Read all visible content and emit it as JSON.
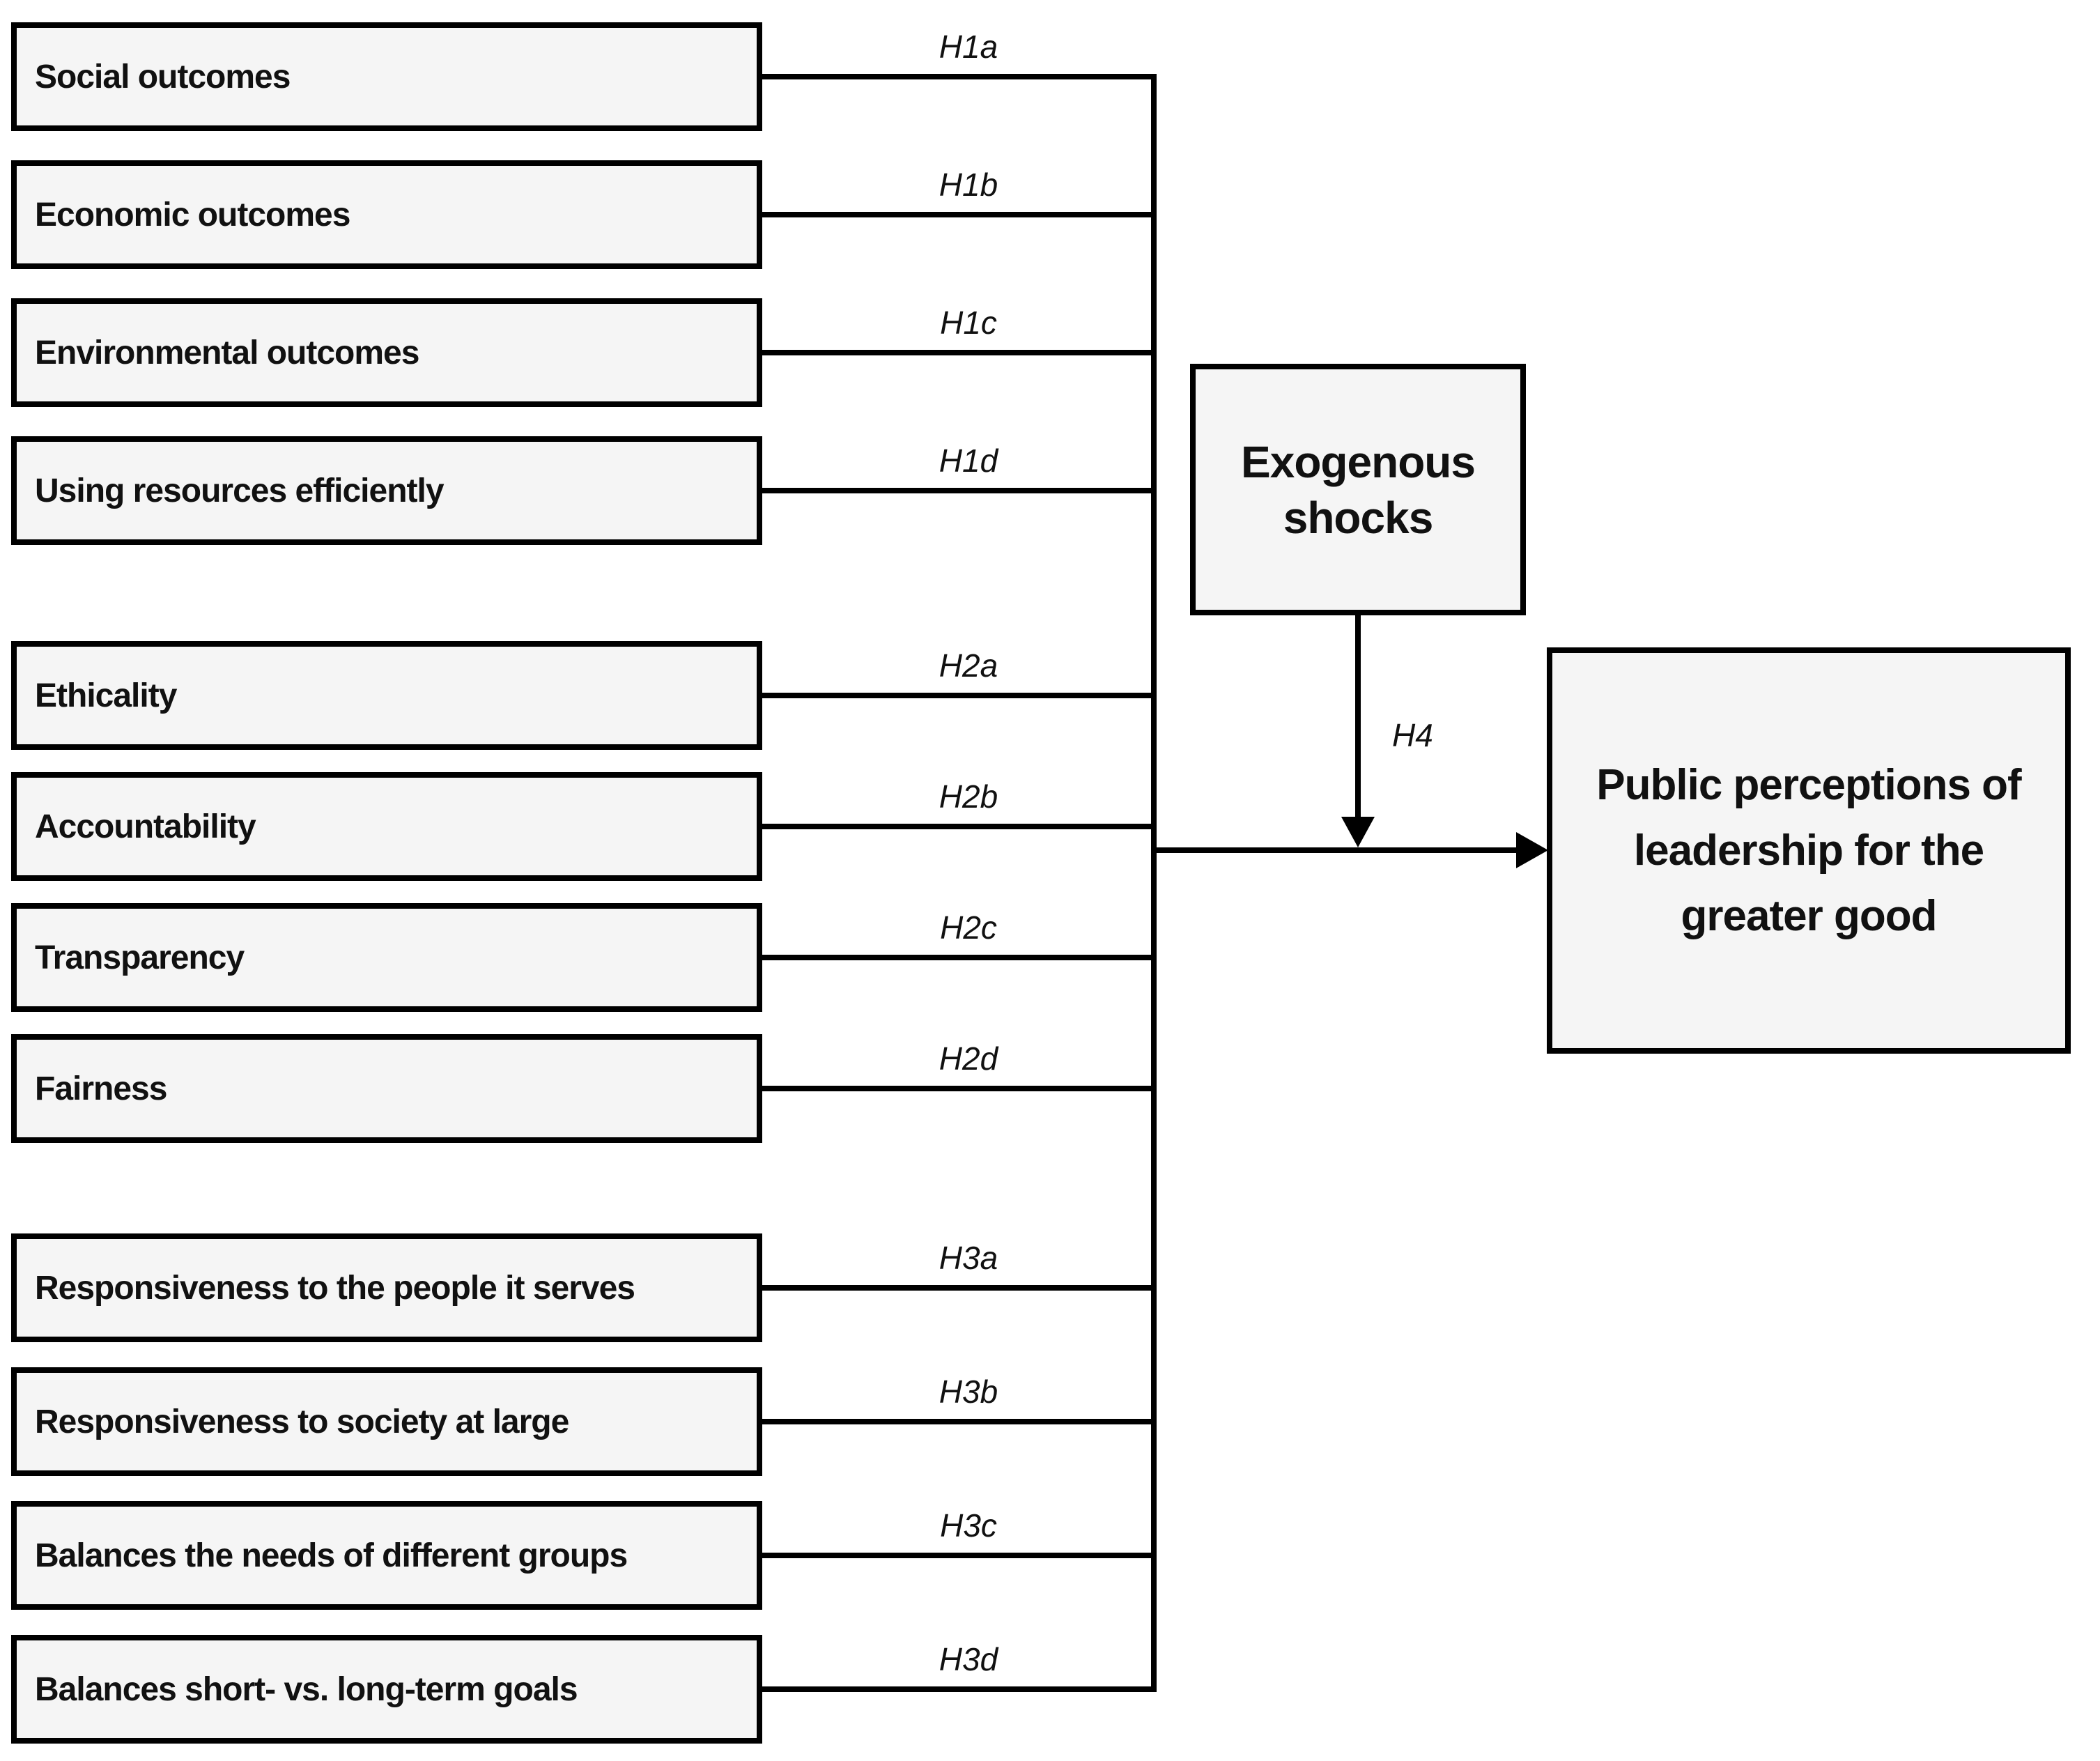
{
  "diagram": {
    "background_color": "#ffffff",
    "box_fill_color": "#f5f5f5",
    "line_color": "#000000",
    "predictor_groups": [
      {
        "name": "performance-outcomes",
        "items": [
          {
            "label": "Social outcomes",
            "hypothesis": "H1a"
          },
          {
            "label": "Economic outcomes",
            "hypothesis": "H1b"
          },
          {
            "label": "Environmental outcomes",
            "hypothesis": "H1c"
          },
          {
            "label": "Using resources efficiently",
            "hypothesis": "H1d"
          }
        ]
      },
      {
        "name": "process-qualities",
        "items": [
          {
            "label": "Ethicality",
            "hypothesis": "H2a"
          },
          {
            "label": "Accountability",
            "hypothesis": "H2b"
          },
          {
            "label": "Transparency",
            "hypothesis": "H2c"
          },
          {
            "label": "Fairness",
            "hypothesis": "H2d"
          }
        ]
      },
      {
        "name": "responsiveness-and-balance",
        "items": [
          {
            "label": "Responsiveness to the people it serves",
            "hypothesis": "H3a"
          },
          {
            "label": "Responsiveness to society at large",
            "hypothesis": "H3b"
          },
          {
            "label": "Balances the needs of different groups",
            "hypothesis": "H3c"
          },
          {
            "label": "Balances short- vs. long-term goals",
            "hypothesis": "H3d"
          }
        ]
      }
    ],
    "moderator": {
      "label": "Exogenous shocks",
      "lines": [
        "Exogenous",
        "shocks"
      ],
      "hypothesis": "H4"
    },
    "outcome": {
      "label": "Public perceptions of leadership for the greater good",
      "lines": [
        "Public perceptions of",
        "leadership for the",
        "greater good"
      ]
    }
  }
}
